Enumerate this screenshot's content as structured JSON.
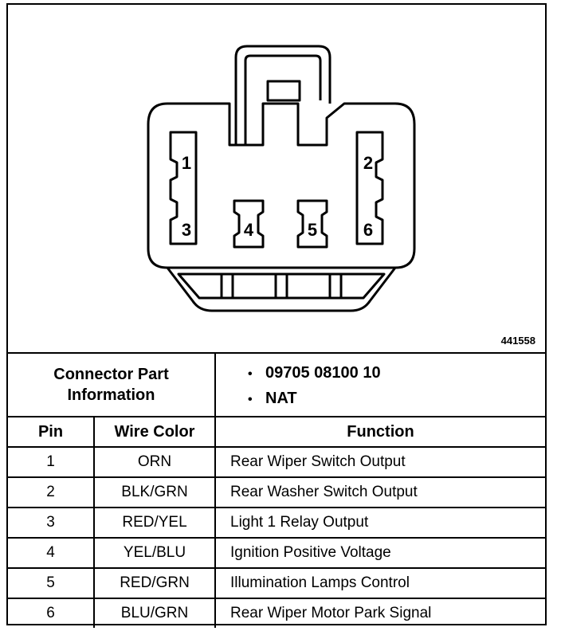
{
  "figure_id": "441558",
  "pin_labels": [
    "1",
    "2",
    "3",
    "4",
    "5",
    "6"
  ],
  "connector_info": {
    "label": "Connector Part Information",
    "values": [
      "09705 08100 10",
      "NAT"
    ]
  },
  "table": {
    "headers": {
      "pin": "Pin",
      "wire_color": "Wire Color",
      "function": "Function"
    },
    "rows": [
      {
        "pin": "1",
        "wire_color": "ORN",
        "function": "Rear Wiper Switch Output"
      },
      {
        "pin": "2",
        "wire_color": "BLK/GRN",
        "function": "Rear Washer Switch Output"
      },
      {
        "pin": "3",
        "wire_color": "RED/YEL",
        "function": "Light 1 Relay Output"
      },
      {
        "pin": "4",
        "wire_color": "YEL/BLU",
        "function": "Ignition Positive Voltage"
      },
      {
        "pin": "5",
        "wire_color": "RED/GRN",
        "function": "Illumination Lamps Control"
      },
      {
        "pin": "6",
        "wire_color": "BLU/GRN",
        "function": "Rear Wiper Motor Park Signal"
      }
    ]
  }
}
